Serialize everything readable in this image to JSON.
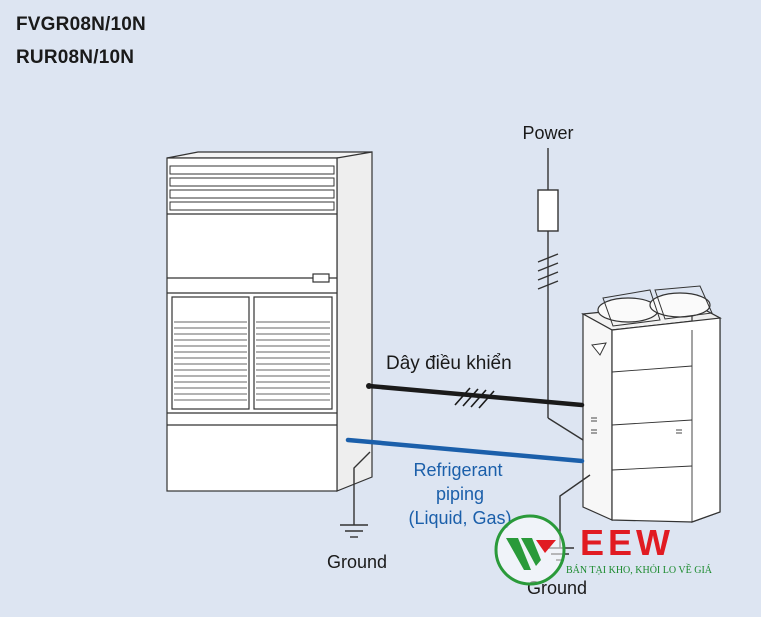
{
  "header": {
    "model_line_1": "FVGR08N/10N",
    "model_line_2": "RUR08N/10N"
  },
  "labels": {
    "power": "Power",
    "control_wire": "Dây điều khiển",
    "refrigerant_line_1": "Refrigerant",
    "refrigerant_line_2": "piping",
    "refrigerant_line_3": "(Liquid, Gas)",
    "ground_indoor": "Ground",
    "ground_outdoor": "Ground"
  },
  "watermark": {
    "brand": "EEW",
    "tagline": "BÁN TẠI KHO, KHỎI LO VỀ GIÁ"
  },
  "colors": {
    "background": "#dde5f2",
    "control_wire": "#1a1a1a",
    "refrigerant_pipe": "#1b5faa",
    "refrigerant_text": "#1b5faa",
    "brand_red": "#e11b22",
    "brand_green": "#2a9a3a"
  }
}
